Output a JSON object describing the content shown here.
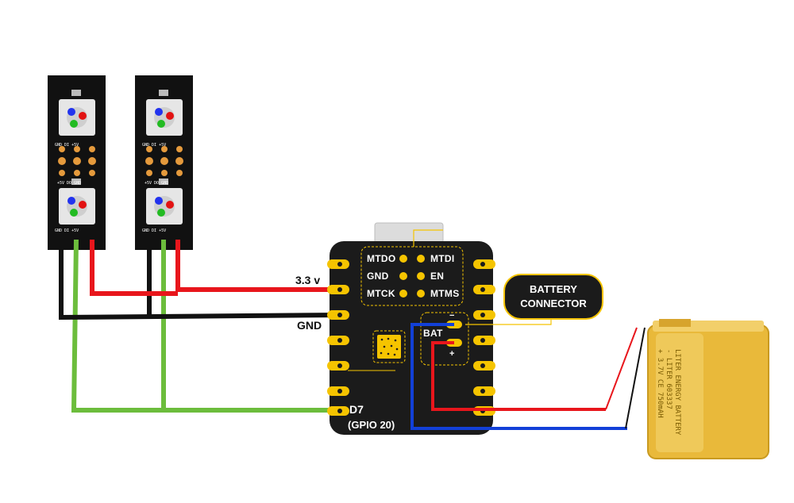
{
  "labels": {
    "power": "3.3 v",
    "ground": "GND",
    "data_pin": "D7",
    "data_gpio": "(GPIO 20)",
    "bat": "BAT",
    "bat_minus": "−",
    "bat_plus": "+"
  },
  "board": {
    "pads": [
      {
        "label": "MTDO"
      },
      {
        "label": "MTDI"
      },
      {
        "label": "GND"
      },
      {
        "label": "EN"
      },
      {
        "label": "MTCK"
      },
      {
        "label": "MTMS"
      }
    ]
  },
  "callout": {
    "line1": "BATTERY",
    "line2": "CONNECTOR"
  },
  "led_strip": {
    "silk_pins": "GND  DI  +5V",
    "silk_pins_rev": "+5V  DO  GND"
  },
  "battery": {
    "line1": "LITER ENERGY BATTERY",
    "line2": "- LITER  603337",
    "line3": "+ 3.7V  CE  750mAH"
  },
  "colors": {
    "red_wire": "#e8161c",
    "black_wire": "#111111",
    "green_wire": "#6cbd3c",
    "blue_wire": "#1240d8",
    "accent_yellow": "#f5c400",
    "board": "#1b1b1b"
  }
}
